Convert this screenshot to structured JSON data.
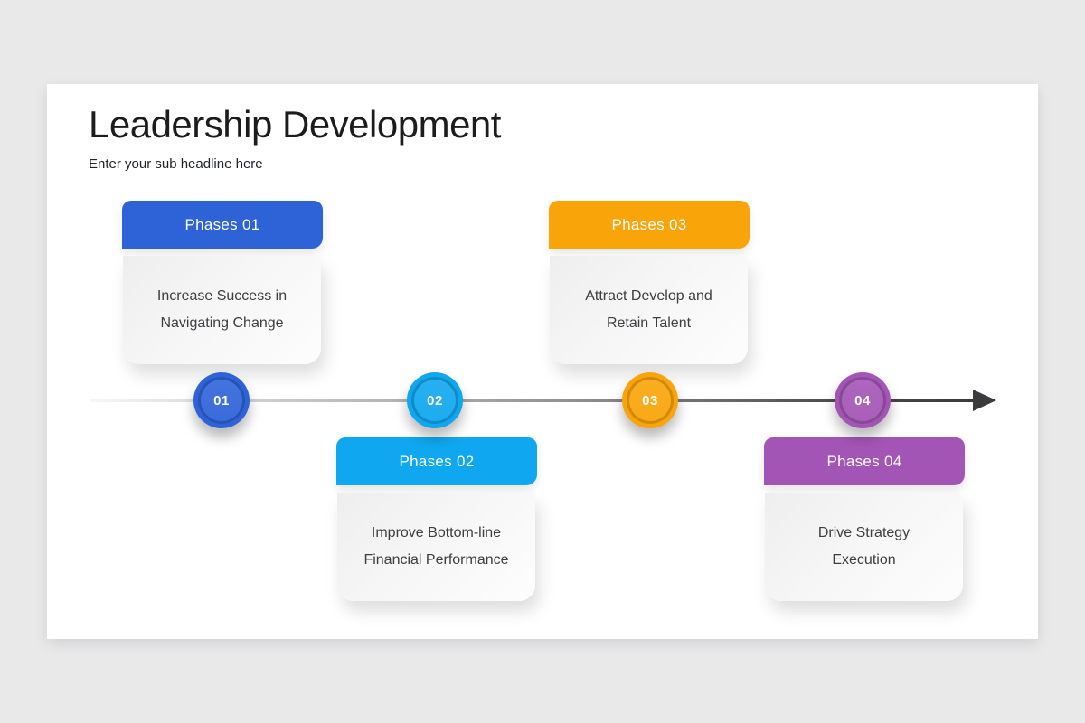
{
  "slide": {
    "title": "Leadership Development",
    "subtitle": "Enter your sub headline here",
    "background": "#ffffff",
    "page_background": "#e9e9ea"
  },
  "timeline": {
    "arrow_color": "#3b3b3e",
    "line_start_color": "#c9c9c9",
    "line_end_color": "#3b3b3e"
  },
  "phases": [
    {
      "label": "Phases 01",
      "number": "01",
      "description_line1": "Increase Success in",
      "description_line2": "Navigating Change",
      "color": "#2E63D8",
      "side": "top"
    },
    {
      "label": "Phases 02",
      "number": "02",
      "description_line1": "Improve Bottom-line",
      "description_line2": "Financial Performance",
      "color": "#0FA7EF",
      "side": "bottom"
    },
    {
      "label": "Phases 03",
      "number": "03",
      "description_line1": "Attract Develop and",
      "description_line2": "Retain Talent",
      "color": "#F9A408",
      "side": "top"
    },
    {
      "label": "Phases 04",
      "number": "04",
      "description_line1": "Drive Strategy",
      "description_line2": "Execution",
      "color": "#A355B5",
      "side": "bottom"
    }
  ]
}
